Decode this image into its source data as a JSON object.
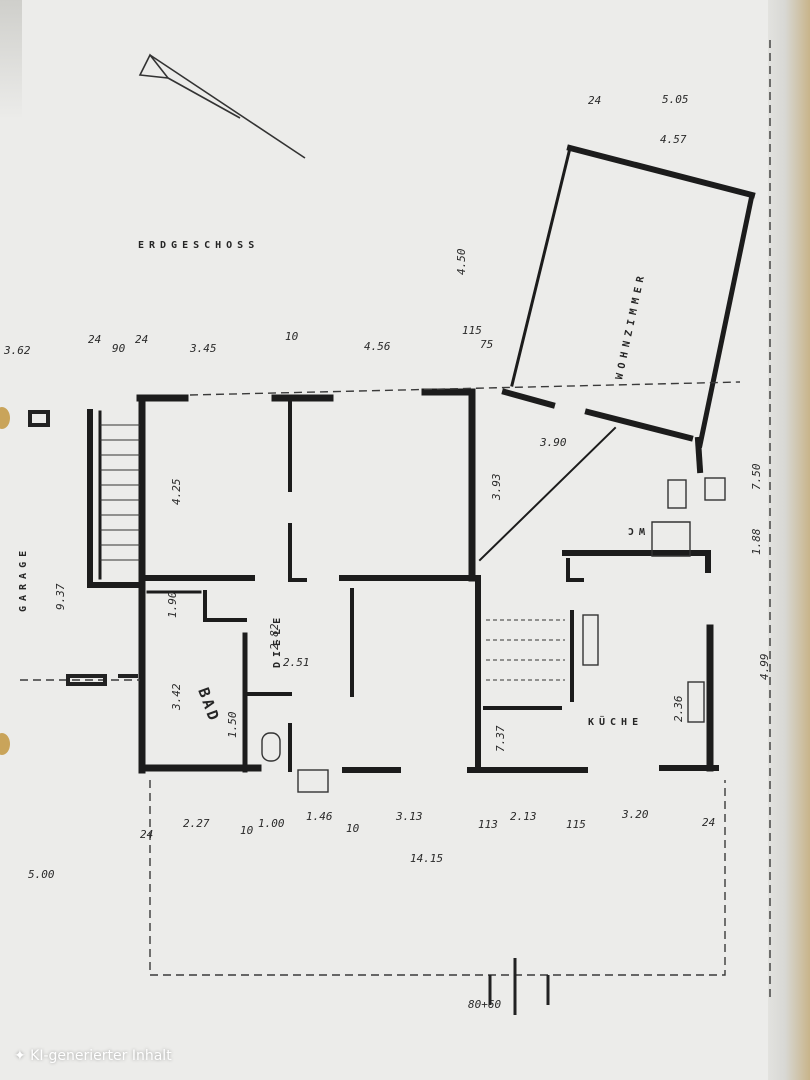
{
  "title": "ERDGESCHOSS",
  "rooms": {
    "wohnzimmer": "WOHNZIMMER",
    "diele": "DIELE",
    "bad": "BAD",
    "kueche": "KÜCHE",
    "wc": "WC",
    "garage": "GARAGE"
  },
  "dimensions": {
    "top_row": [
      "3.62",
      "24",
      "90",
      "24",
      "3.45",
      "10",
      "4.56",
      "115",
      "75"
    ],
    "wz_top": [
      "24",
      "5.05",
      "4.57"
    ],
    "wz_side": "4.50",
    "wz_bottom": "3.90",
    "bottom_row": [
      "2.27",
      "1.00",
      "1.46",
      "3.13",
      "113",
      "2.13",
      "115",
      "3.20"
    ],
    "bottom_small": [
      "24",
      "10",
      "10",
      "24"
    ],
    "total_width": "14.15",
    "garage_width": "5.00",
    "garage_depth": "9.37",
    "right_side": [
      "7.50",
      "4.99",
      "1.88"
    ],
    "room_heights": [
      "4.25",
      "3.93",
      "3.42",
      "2.82",
      "2.51",
      "1.50",
      "1.90",
      "7.37",
      "2.36"
    ],
    "entrance": "80+60"
  },
  "watermark": "✦  KI-generierter Inhalt"
}
